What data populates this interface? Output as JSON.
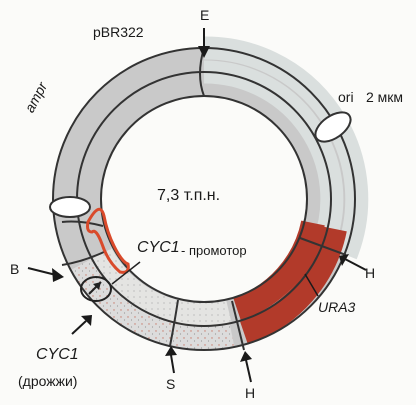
{
  "plasmid": {
    "size_label": "7,3 т.п.н.",
    "vector_label": "pBR322",
    "amp_label": "ampr",
    "ori_label": "ori",
    "micron_label": "2 мкм",
    "promoter_gene": "CYC1",
    "promoter_word": "- промотор",
    "ura3_label": "URA3",
    "cyc1_gene": "CYC1",
    "cyc1_source": "(дрожжи)",
    "site_E": "E",
    "site_B": "B",
    "site_H1": "H",
    "site_H2": "H",
    "site_S": "S"
  },
  "colors": {
    "ring_gray": "#cccccc",
    "ring_light": "#dde0df",
    "ura3_red": "#b23a2a",
    "outline": "#333333",
    "promoter_red": "#d94a2b"
  }
}
